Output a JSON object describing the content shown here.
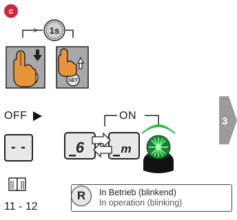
{
  "step_badge": "c",
  "timer_label": "1s",
  "press_duration_symbol": ">",
  "set_label": "SET",
  "off_label": "OFF",
  "on_label": "ON",
  "display_off_text": "- -",
  "display_on_left": "6",
  "display_on_right": "m",
  "manual_ref": "11 - 12",
  "legend_badge": "R",
  "legend_line1": "In Betrieb (blinkend)",
  "legend_line2": "In operation (blinking)",
  "next_step": "3",
  "colors": {
    "accent_red": "#d2243a",
    "panel_gray": "#a9a9a9",
    "hand_orange": "#e8943a",
    "led_green": "#2fbf4f",
    "next_tab_gray": "#9b9b9b"
  }
}
